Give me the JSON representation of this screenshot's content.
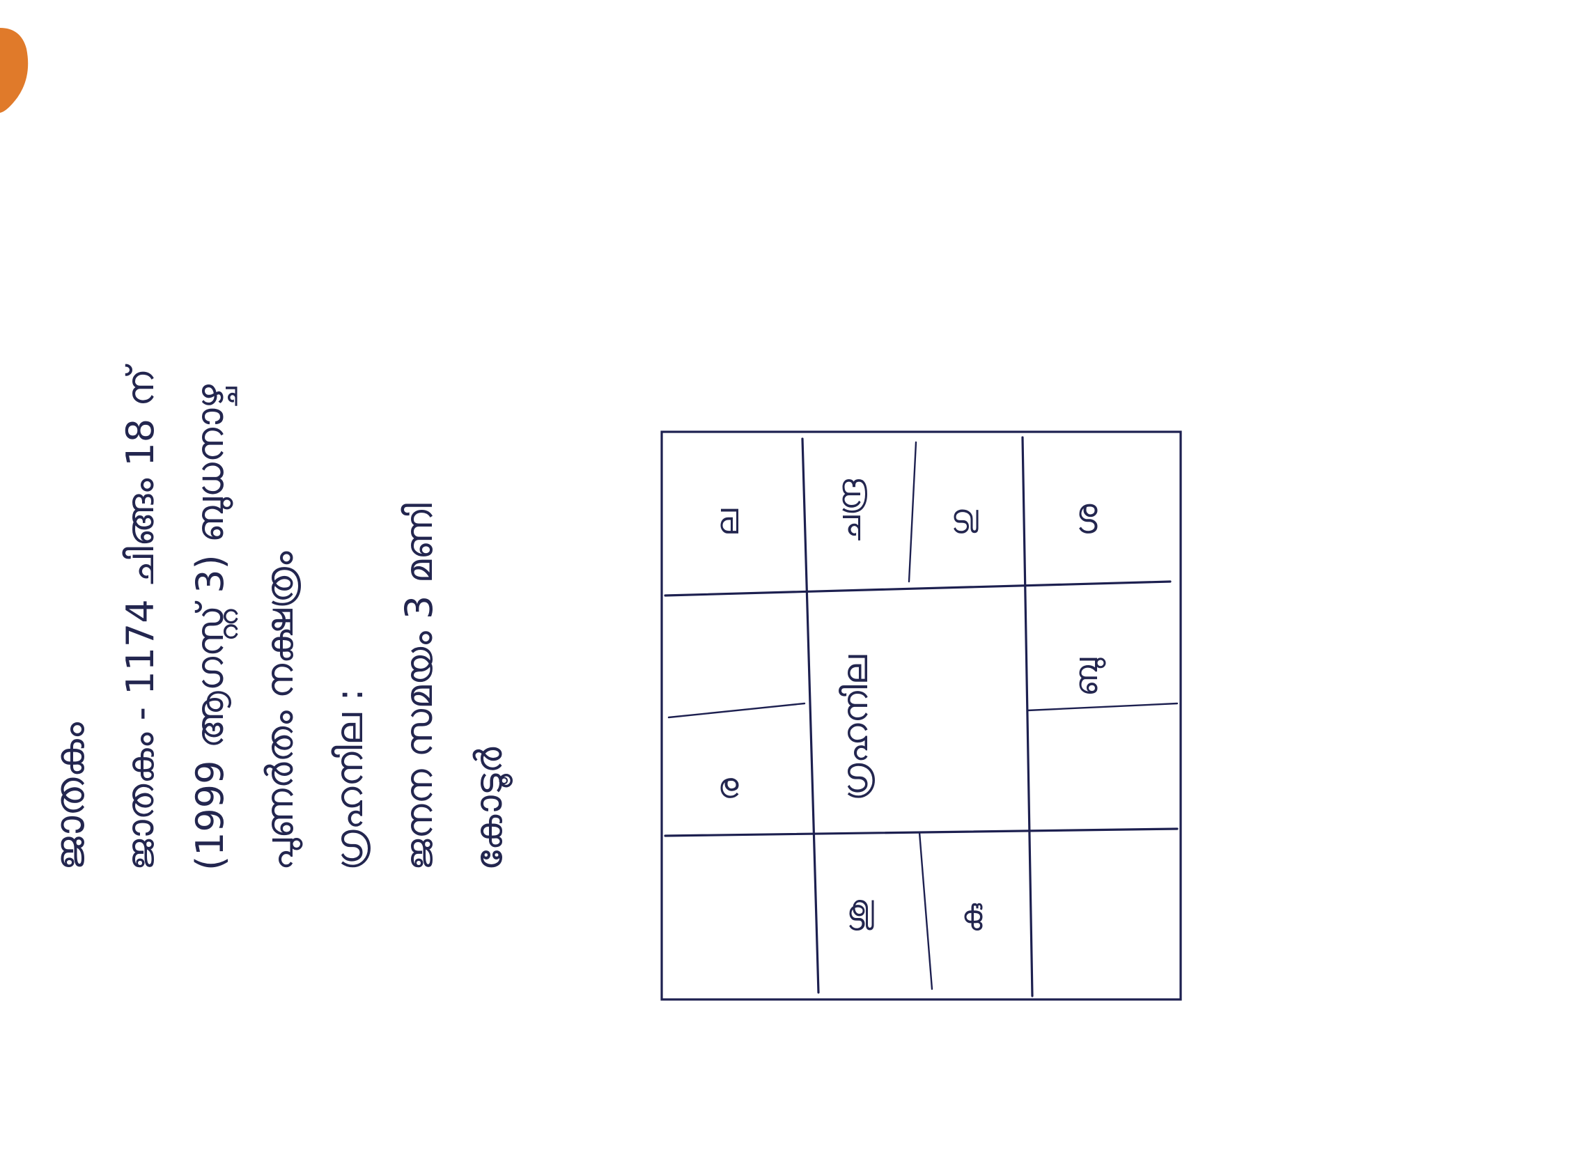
{
  "document": {
    "title": "ജാതകം",
    "lines": [
      "ജാതകം - 1174 ചിങ്ങം 18 ന്",
      "(1999 ആഗസ്റ്റ് 3) ബുധനാഴ്ച",
      "പുണർതം നക്ഷത്രം",
      "ഗ്രഹനില :",
      "ജനന സമയം 3 മണി",
      "കോടൂർ"
    ]
  },
  "chart": {
    "center_label": "ഗ്രഹനില",
    "cells": [
      "ല",
      "ചന്ദ്ര",
      "ഗു",
      "ശ",
      "ബു",
      "ര",
      "ശു",
      "കു"
    ]
  },
  "colors": {
    "ink": "#23264f",
    "paper": "#ffffff",
    "corner": "#e07a2a"
  }
}
